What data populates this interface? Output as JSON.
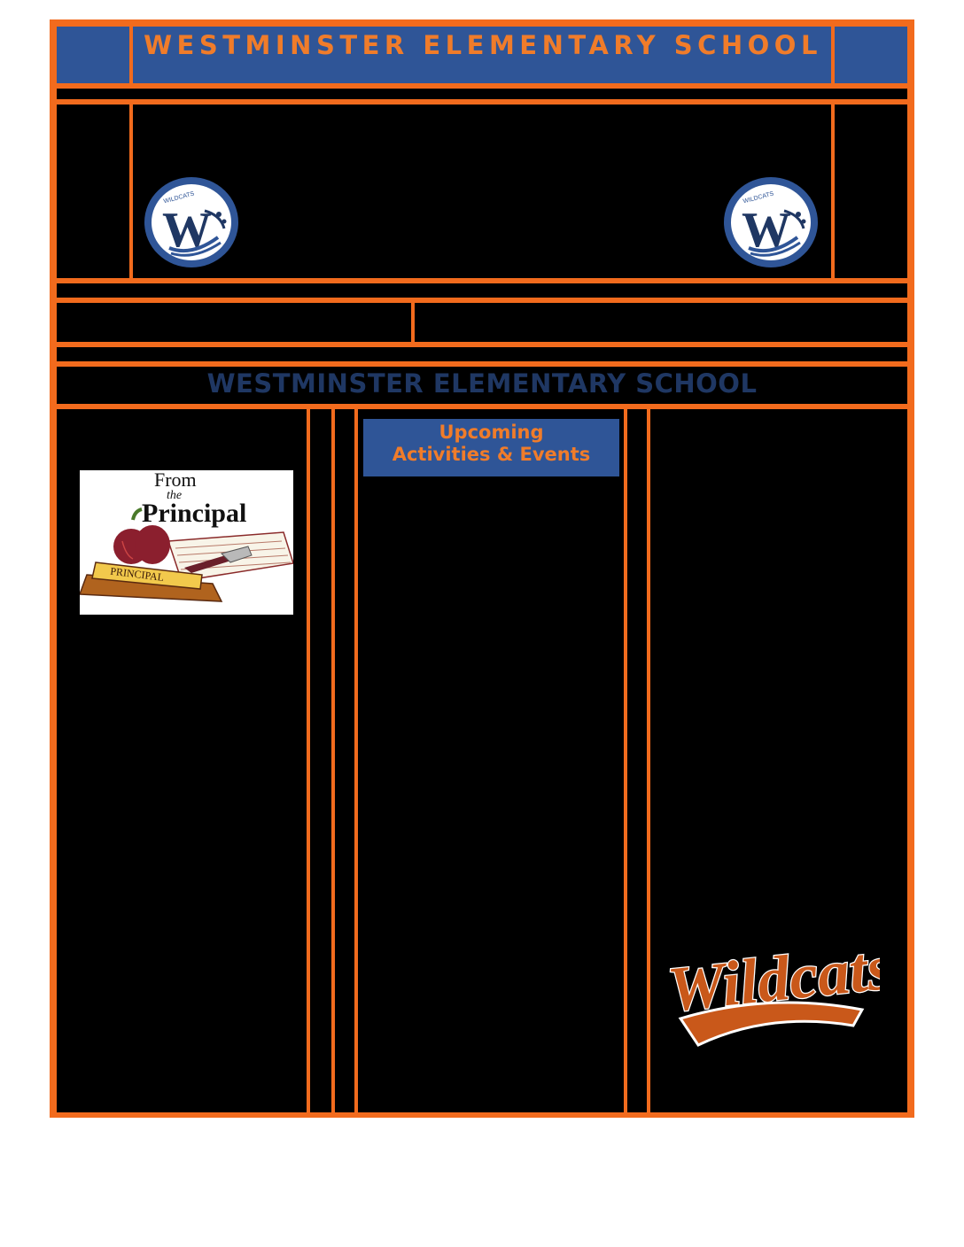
{
  "header": {
    "title": "WESTMINSTER ELEMENTARY SCHOOL"
  },
  "banner": {
    "title": "WESTMINSTER ELEMENTARY SCHOOL"
  },
  "events": {
    "header_line1": "Upcoming",
    "header_line2": "Activities & Events"
  },
  "principal_image": {
    "line_from": "From",
    "line_the": "the",
    "line_principal": "Principal",
    "nameplate": "PRINCIPAL"
  },
  "seal": {
    "ring_text": "WILDCATS",
    "letters": "W"
  },
  "logo": {
    "text": "Wildcats"
  },
  "colors": {
    "accent_orange": "#f26b1d",
    "navy": "#2f5597",
    "banner_text": "#1f3763",
    "background": "#000000"
  }
}
